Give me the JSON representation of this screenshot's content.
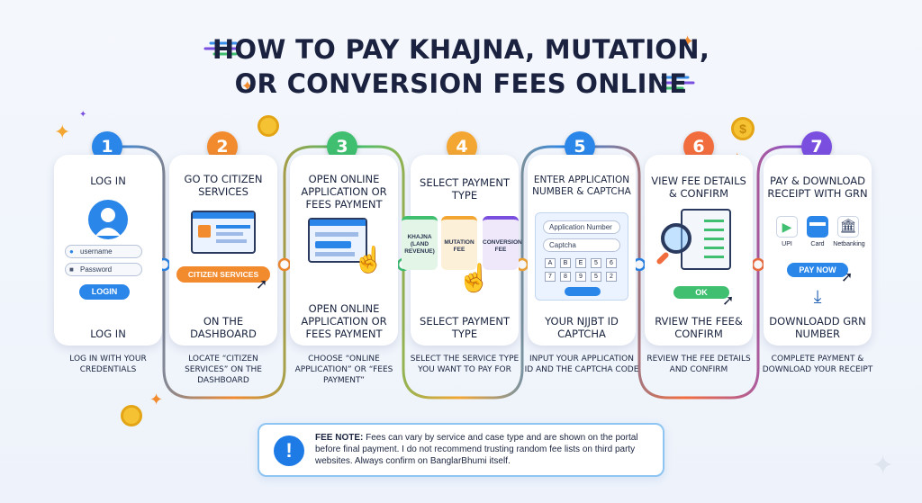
{
  "title": {
    "line1": "HOW TO PAY KHAJNA, MUTATION,",
    "line2": "OR CONVERSION FEES ONLINE"
  },
  "colors": {
    "step1": "#2a86e8",
    "step2": "#f28a2e",
    "step3": "#3fbf6f",
    "step4": "#f4a632",
    "step5": "#2a86e8",
    "step6": "#f26d3d",
    "step7": "#7a4fe0"
  },
  "steps": [
    {
      "num": "1",
      "title": "LOG IN",
      "bottom": "LOG IN",
      "desc": "LOG IN WITH YOUR CREDENTIALS",
      "username": "username",
      "password": "Password",
      "button": "LOGIN"
    },
    {
      "num": "2",
      "title": "GO TO CITIZEN SERVICES",
      "bottom": "ON THE DASHBOARD",
      "desc": "LOCATE “CITIZEN SERVICES” ON THE DASHBOARD",
      "button": "CITIZEN SERVICES"
    },
    {
      "num": "3",
      "title": "OPEN ONLINE APPLICATION OR FEES PAYMENT",
      "bottom": "OPEN ONLINE APPLICATION OR FEES PAYMENT",
      "desc": "CHOOSE “ONLINE APPLICATION” OR “FEES PAYMENT”"
    },
    {
      "num": "4",
      "title": "SELECT PAYMENT TYPE",
      "bottom": "SELECT PAYMENT TYPE",
      "desc": "SELECT THE SERVICE TYPE YOU WANT TO PAY FOR",
      "options": [
        "KHAJNA (LAND REVENUE)",
        "MUTATION FEE",
        "CONVERSION FEE"
      ]
    },
    {
      "num": "5",
      "title": "ENTER APPLICATION NUMBER & CAPTCHA",
      "bottom": "YOUR NJJBT ID CAPTCHA",
      "desc": "INPUT YOUR APPLICATION ID AND THE CAPTCHA CODE",
      "app_placeholder": "Application Number",
      "captcha_placeholder": "Captcha",
      "captcha_chars": [
        "A",
        "B",
        "E",
        "5",
        "6",
        "7",
        "8",
        "9",
        "5",
        "2"
      ]
    },
    {
      "num": "6",
      "title": "VIEW FEE DETAILS & CONFIRM",
      "bottom": "RVIEW THE FEE& CONFIRM",
      "desc": "REVIEW THE FEE DETAILS AND CONFIRM",
      "button": "OK"
    },
    {
      "num": "7",
      "title": "PAY & DOWNLOAD RECEIPT WITH GRN",
      "bottom": "DOWNLOADD GRN NUMBER",
      "desc": "COMPLETE PAYMENT & DOWNLOAD YOUR RECEIPT",
      "methods": [
        "UPI",
        "Card",
        "Netbanking"
      ],
      "button": "PAY NOW"
    }
  ],
  "note": {
    "label": "FEE NOTE:",
    "text": " Fees can vary by service and case type and are shown on the portal before final payment. I do not recommend trusting random fee lists on third party websites. Always confirm on BanglarBhumi itself.",
    "icon": "!"
  }
}
